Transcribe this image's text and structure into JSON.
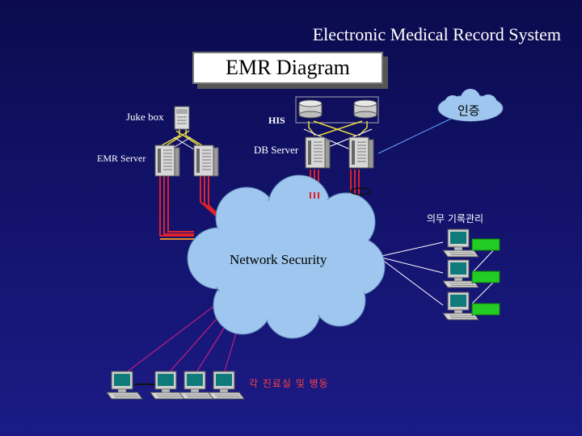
{
  "slide_title": "Electronic Medical Record System",
  "diagram_title": "EMR Diagram",
  "labels": {
    "juke_box": "Juke box",
    "emr_server": "EMR Server",
    "his": "HIS",
    "db_server": "DB Server",
    "certification": "인증",
    "network_security": "Network Security",
    "medical_records": "의무 기록관리",
    "clinics_wards": "각 진료실 및 병동"
  },
  "icons": {
    "server": "server-tower-icon",
    "database": "database-cylinder-icon",
    "workstation": "computer-workstation-icon",
    "printer": "printer-icon",
    "cloud": "network-cloud"
  },
  "colors": {
    "background": "#12126a",
    "cloud": "#9fc6ee",
    "red_link": "#e0202a",
    "yellow_link": "#e8d840",
    "white_link": "#ffffff",
    "printer": "#22cc22"
  }
}
